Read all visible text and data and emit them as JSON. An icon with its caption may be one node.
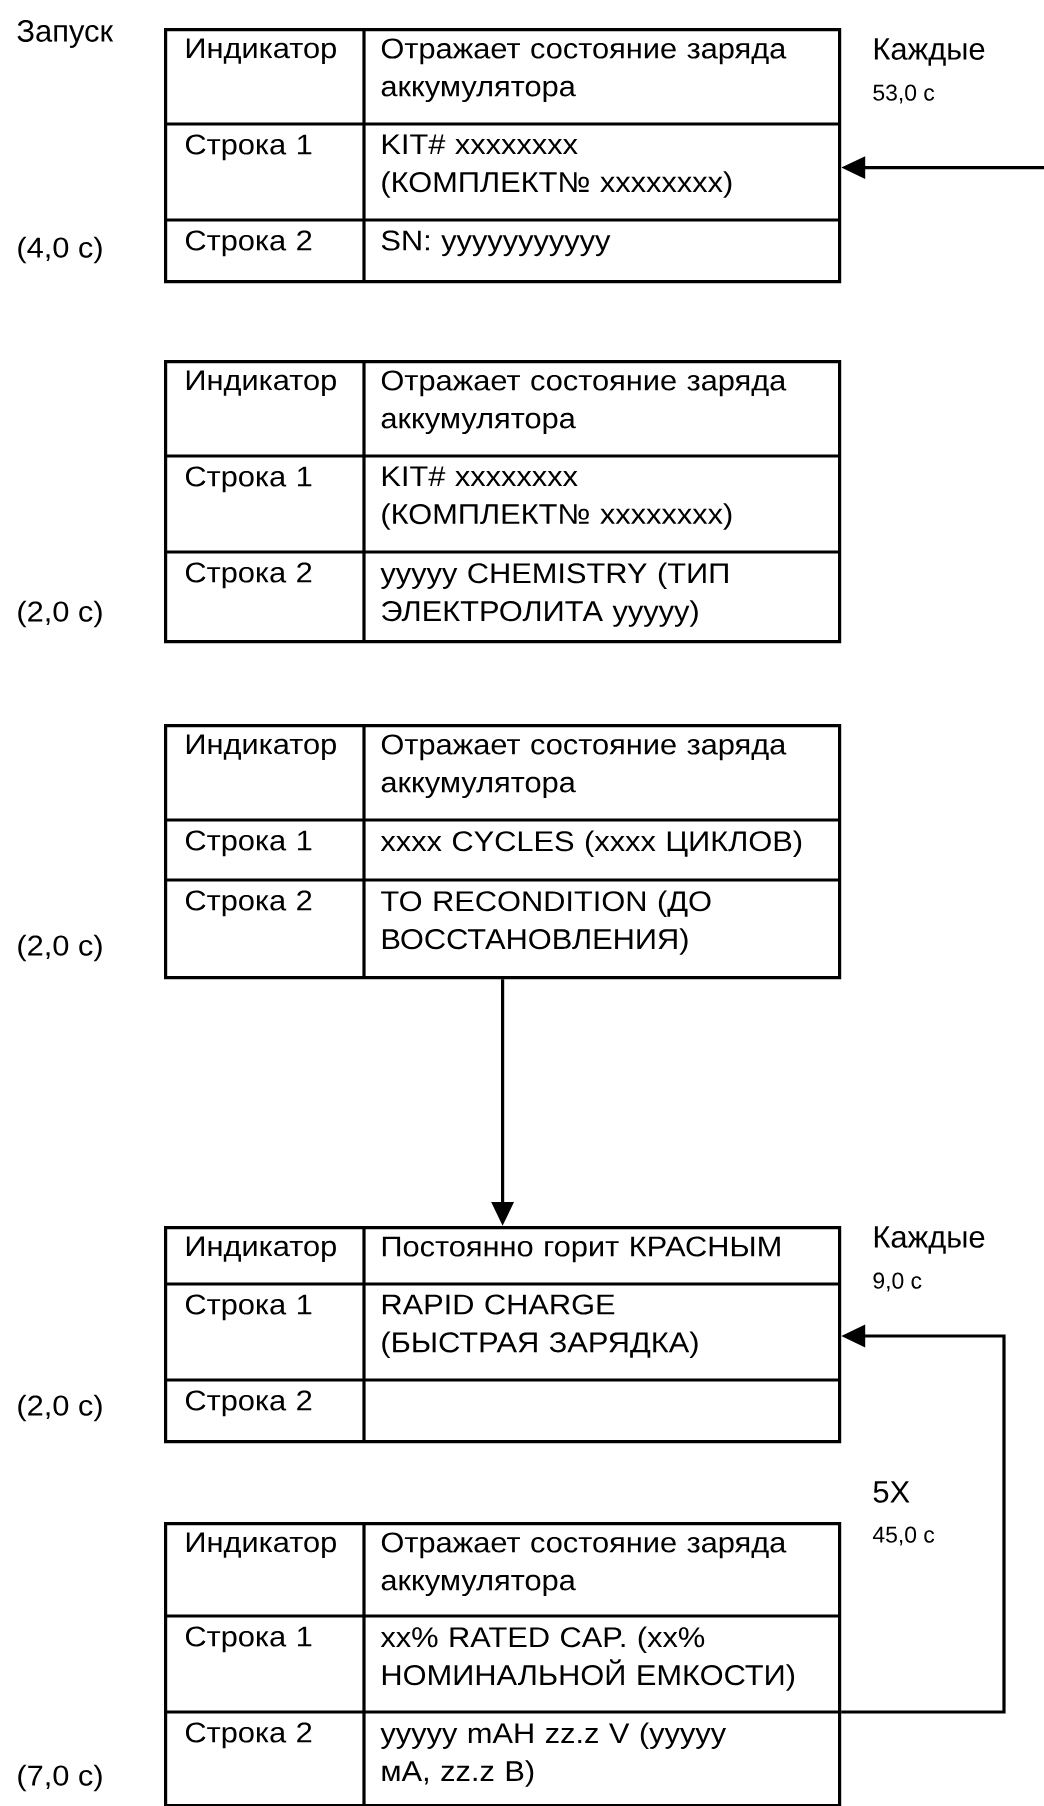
{
  "diagram": {
    "nodes": [
      {
        "text": [
          "Индикатор",
          "Отражает состояние заряда аккумулятора",
          "Строка 1",
          "KIT# xxxxxxxx (КОМПЛЕКТ№ xxxxxxxx)",
          "Строка 2",
          "SN: yyyyyyyyyyy"
        ],
        "beside": [
          "Запуск",
          "(4,0 с)"
        ]
      },
      {
        "text": [
          "Индикатор",
          "Отражает состояние заряда аккумулятора",
          "Строка 1",
          "KIT# xxxxxxxx (КОМПЛЕКТ№ xxxxxxxx)",
          "Строка 2",
          "yyyyy CHEMISTRY (ТИП ЭЛЕКТРОЛИТА yyyyy)"
        ],
        "beside": [
          "(2,0 с)"
        ]
      },
      {
        "text": [
          "Индикатор",
          "Отражает состояние заряда аккумулятора",
          "Строка 1",
          "xxxx CYCLES (xxxx ЦИКЛОВ)",
          "Строка 2",
          "TO RECONDITION (ДО ВОССТАНОВЛЕНИЯ)"
        ],
        "beside": [
          "(2,0 с)"
        ]
      },
      {
        "text": [
          "Индикатор",
          "Постоянно горит КРАСНЫМ",
          "Строка 1",
          "RAPID CHARGE (БЫСТРАЯ ЗАРЯДКА)",
          "Строка 2"
        ],
        "beside": [
          "(2,0 с)"
        ]
      },
      {
        "text": [
          "Индикатор",
          "Отражает состояние заряда аккумулятора",
          "Строка 1",
          "xx% RATED CAP. (xx% НОМИНАЛЬНОЙ ЕМКОСТИ)",
          "Строка 2",
          "yyyyy mAH zz.z V (yyyyy мА, zz.z В)"
        ],
        "beside": [
          "(7,0 с)"
        ]
      }
    ],
    "edges": [
      {
        "from": null,
        "to": 0,
        "arrow": "to"
      },
      {
        "from": 2,
        "to": 3,
        "arrow": "to"
      },
      {
        "from": 4,
        "to": 3,
        "arrow": "to"
      }
    ],
    "labels": [
      "Каждые",
      "53,0 с",
      "Каждые",
      "9,0 с",
      "5X",
      "45,0 с"
    ]
  }
}
